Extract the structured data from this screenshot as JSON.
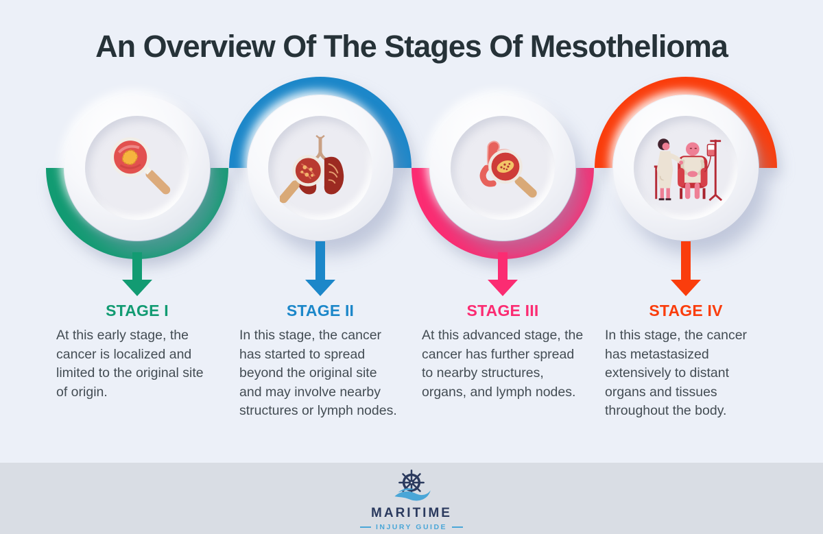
{
  "title": "An Overview Of The Stages Of Mesothelioma",
  "colors": {
    "background": "#ecf0f8",
    "footer_band": "#d9dde4",
    "title_text": "#263238",
    "body_text": "#434c53",
    "logo_navy": "#2b3a5e",
    "logo_blue": "#4aa6d7"
  },
  "stages": [
    {
      "label": "STAGE I",
      "color": "#129b72",
      "arc_position": "bottom",
      "icon": "magnifier-tissue-icon",
      "description": "At this early stage, the cancer is localized and limited to the original site of origin."
    },
    {
      "label": "STAGE II",
      "color": "#1c87c9",
      "arc_position": "top",
      "icon": "lungs-magnifier-icon",
      "description": "In this stage, the cancer has started to spread beyond the original site and may involve nearby structures or lymph nodes."
    },
    {
      "label": "STAGE III",
      "color": "#fb2c72",
      "arc_position": "bottom",
      "icon": "stomach-magnifier-icon",
      "description": "At this advanced stage, the cancer has further spread to nearby structures, organs, and lymph nodes."
    },
    {
      "label": "STAGE IV",
      "color": "#fa3d0c",
      "arc_position": "top",
      "icon": "doctor-patient-icon",
      "description": "In this stage, the cancer has metastasized extensively to distant organs and tissues throughout the body."
    }
  ],
  "footer": {
    "brand": "MARITIME",
    "tagline": "INJURY GUIDE"
  }
}
